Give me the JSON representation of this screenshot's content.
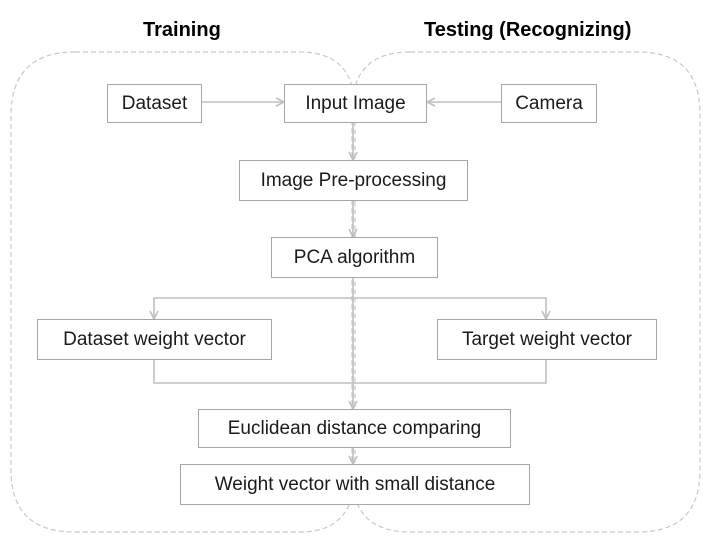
{
  "headings": {
    "training": "Training",
    "testing": "Testing (Recognizing)"
  },
  "nodes": {
    "dataset": "Dataset",
    "input_image": "Input Image",
    "camera": "Camera",
    "preprocessing": "Image Pre-processing",
    "pca": "PCA algorithm",
    "dataset_weight": "Dataset weight vector",
    "target_weight": "Target weight vector",
    "euclidean": "Euclidean distance comparing",
    "result": "Weight vector with small distance"
  },
  "colors": {
    "box_border": "#a6a6a6",
    "connector": "#bfbfbf",
    "region_border": "#c8c8c8",
    "text": "#1a1a1a"
  }
}
